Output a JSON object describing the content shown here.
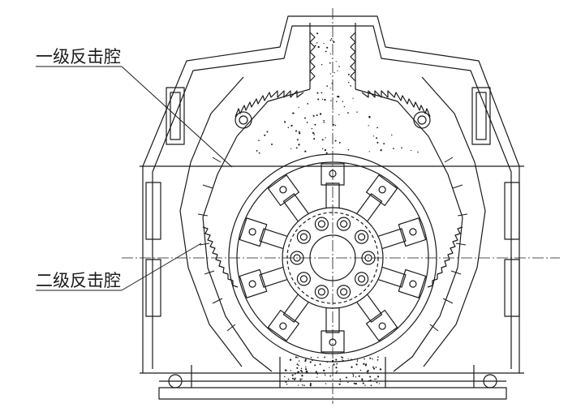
{
  "labels": {
    "primary_chamber": "一级反击腔",
    "secondary_chamber": "二级反击腔"
  },
  "colors": {
    "stroke": "#1a1a1a",
    "background": "#ffffff"
  },
  "rotor": {
    "hammer_count": 10
  }
}
